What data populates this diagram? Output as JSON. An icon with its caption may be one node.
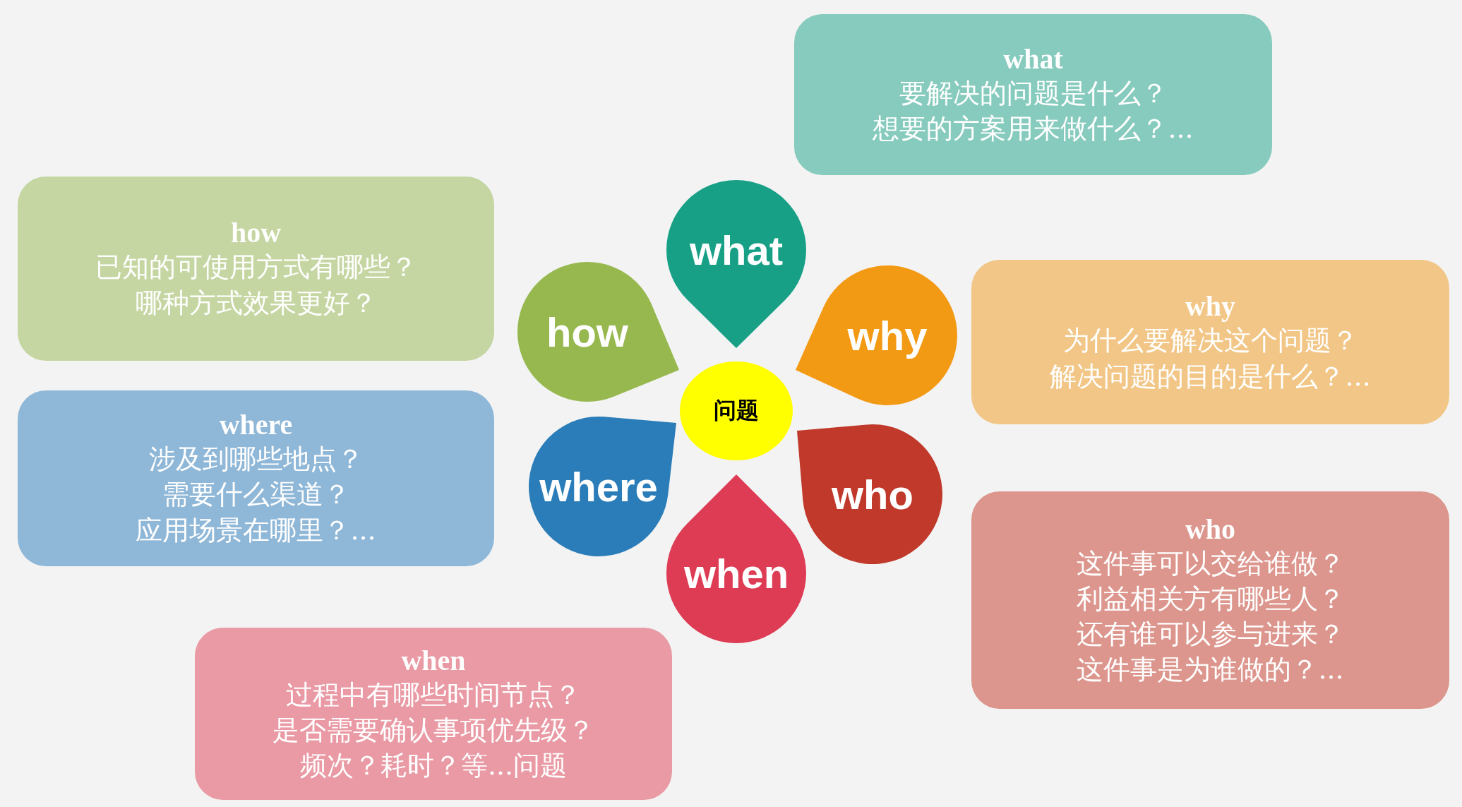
{
  "diagram": {
    "nodes": [
      {
        "text": [
          "what",
          "要解决的问题是什么？",
          "想要的方案用来做什么？..."
        ]
      },
      {
        "text": [
          "how",
          "已知的可使用方式有哪些？",
          "哪种方式效果更好？"
        ]
      },
      {
        "text": [
          "what"
        ]
      },
      {
        "text": [
          "why",
          "为什么要解决这个问题？",
          "解决问题的目的是什么？..."
        ]
      },
      {
        "text": [
          "how"
        ]
      },
      {
        "text": [
          "why"
        ]
      },
      {
        "text": [
          "问题"
        ]
      },
      {
        "text": [
          "where",
          "涉及到哪些地点？",
          "需要什么渠道？",
          "应用场景在哪里？..."
        ]
      },
      {
        "text": [
          "where"
        ]
      },
      {
        "text": [
          "who"
        ]
      },
      {
        "text": [
          "who",
          "这件事可以交给谁做？",
          "利益相关方有哪些人？",
          "还有谁可以参与进来？",
          "这件事是为谁做的？..."
        ]
      },
      {
        "text": [
          "when"
        ]
      },
      {
        "text": [
          "when",
          "过程中有哪些时间节点？",
          "是否需要确认事项优先级？",
          "频次？耗时？等...问题"
        ]
      }
    ]
  }
}
